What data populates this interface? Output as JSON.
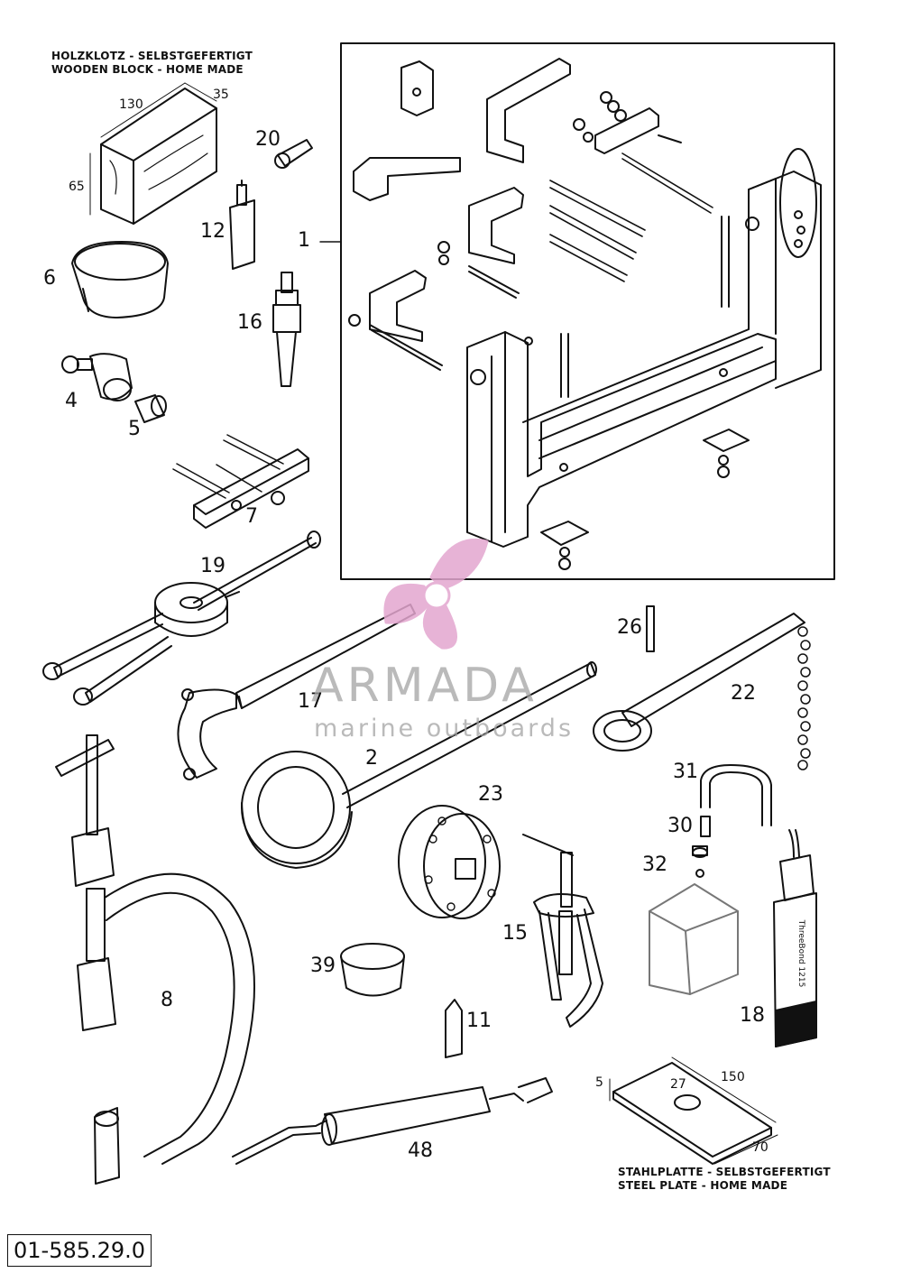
{
  "notes": {
    "wood_block_de": "HOLZKLOTZ - SELBSTGEFERTIGT",
    "wood_block_en": "WOODEN BLOCK - HOME MADE",
    "steel_plate_de": "STAHLPLATTE - SELBSTGEFERTIGT",
    "steel_plate_en": "STEEL PLATE - HOME MADE"
  },
  "dimensions": {
    "block_length": "130",
    "block_width": "35",
    "block_height": "65",
    "plate_thickness": "5",
    "plate_hole": "27",
    "plate_length": "150",
    "plate_width": "70"
  },
  "part_numbers": {
    "p1": "1",
    "p2": "2",
    "p4": "4",
    "p5": "5",
    "p6": "6",
    "p7": "7",
    "p8": "8",
    "p11": "11",
    "p12": "12",
    "p15": "15",
    "p16": "16",
    "p17": "17",
    "p18": "18",
    "p19": "19",
    "p20": "20",
    "p22": "22",
    "p23": "23",
    "p26": "26",
    "p30": "30",
    "p31": "31",
    "p32": "32",
    "p39": "39",
    "p48": "48"
  },
  "tube_label": {
    "brand": "ThreeBond",
    "code": "1215"
  },
  "watermark": {
    "title": "ARMADA",
    "subtitle": "marine outboards",
    "accent": "#e3a6cf"
  },
  "document_number": "01-585.29.0"
}
